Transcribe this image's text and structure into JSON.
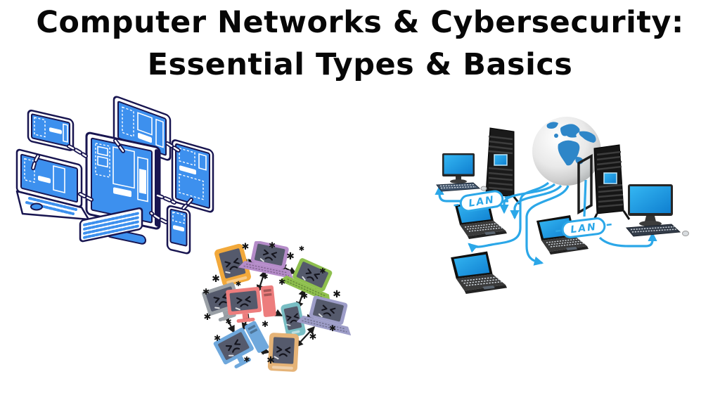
{
  "title": {
    "line1": "Computer Networks & Cybersecurity:",
    "line2": "Essential Types & Basics"
  },
  "illustrations": {
    "connected_devices": {
      "accent_color": "#3D90EE",
      "outline_color": "#181550",
      "devices": [
        "landscape-tablet",
        "tablet",
        "monitor",
        "vertical-tablet",
        "laptop",
        "smartphone",
        "keyboard"
      ],
      "link_style": "chains"
    },
    "botnet": {
      "virus_glyph": "✱",
      "screen_color": "#555a6c",
      "arrow_color": "#1b1b1b",
      "devices": [
        {
          "type": "tablet",
          "color": "#F2A93B"
        },
        {
          "type": "laptop",
          "color": "#B58CC9"
        },
        {
          "type": "laptop",
          "color": "#8EBF4E"
        },
        {
          "type": "monitor",
          "color": "#9AA0A6"
        },
        {
          "type": "desktop",
          "color": "#ED7D7D"
        },
        {
          "type": "smartphone",
          "color": "#79BEC4"
        },
        {
          "type": "laptop",
          "color": "#9D9DC8"
        },
        {
          "type": "desktop",
          "color": "#6FA8DC"
        },
        {
          "type": "tablet",
          "color": "#E5B377"
        }
      ]
    },
    "lan_network": {
      "label": "LAN",
      "line_color": "#2BA7E8",
      "screen_color": "#1796E3",
      "nodes": [
        "globe",
        "server-rack",
        "server-rack",
        "desktop-computer",
        "desktop-computer",
        "laptop",
        "laptop",
        "laptop"
      ]
    }
  }
}
